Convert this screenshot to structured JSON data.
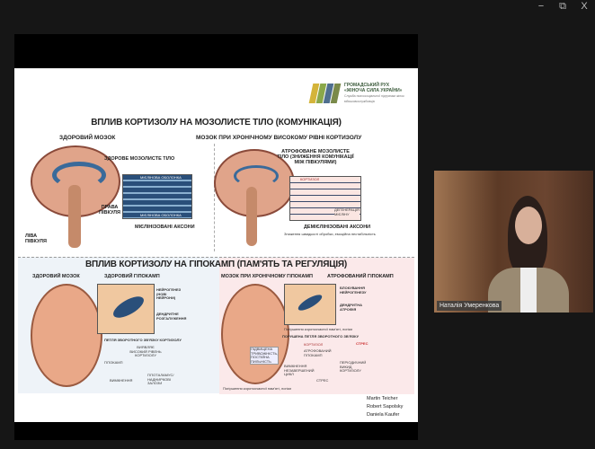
{
  "window": {
    "minimize": "−",
    "restore": "⧉",
    "close": "X"
  },
  "slide": {
    "logo": {
      "line1": "ГРОМАДСЬКИЙ РУХ",
      "line2": "«ЖІНОЧА СИЛА УКРАЇНИ»",
      "sub": "Служба психосоціальної підтримки жінок військовослужбовців",
      "colors": [
        "#d4b43a",
        "#8aa84a",
        "#4f6f8f",
        "#7a8a4a"
      ]
    },
    "section1": {
      "title": "ВПЛИВ КОРТИЗОЛУ НА МОЗОЛИСТЕ ТІЛО (КОМУНІКАЦІЯ)",
      "left_title": "ЗДОРОВИЙ МОЗОК",
      "left_callout": "ЗДОРОВЕ МОЗОЛИСТЕ ТІЛО",
      "myelin_top": "МІЄЛІНОВА ОБОЛОНКА",
      "myelin_bottom": "МІЄЛІНОВА ОБОЛОНКА",
      "right_hemi": "ПРАВА ПІВКУЛЯ",
      "left_hemi": "ЛІВА ПІВКУЛЯ",
      "myelinated": "МІЄЛІНІЗОВАНІ АКСОНИ",
      "right_title": "МОЗОК ПРИ ХРОНІЧНОМУ ВИСОКОМУ РІВНІ КОРТИЗОЛУ",
      "right_callout": "АТРОФОВАНЕ МОЗОЛИСТЕ ТІЛО (ЗНИЖЕННЯ КОМУНІКАЦІЇ МІЖ ПІВКУЛЯМИ)",
      "cortisol": "КОРТИЗОЛ",
      "degeneration": "ДЕГЕНЕРАЦІЯ МІЄЛІНУ",
      "demyelinated": "ДЕМІЄЛІНІЗОВАНІ АКСОНИ",
      "effect": "Зниження швидкості обробки, емоційна нестабільність"
    },
    "section2": {
      "title": "ВПЛИВ КОРТИЗОЛУ НА ГІПОКАМП (ПАМ'ЯТЬ ТА РЕГУЛЯЦІЯ)",
      "left_title": "ЗДОРОВИЙ МОЗОК",
      "healthy_hippo": "ЗДОРОВИЙ ГІПОКАМП",
      "neurogenesis": "НЕЙРОГЕНЕЗ (НОВІ НЕЙРОНИ)",
      "dendritic": "ДЕНДРИТНЕ РОЗГАЛУЖЕННЯ",
      "loop": "ПЕТЛЯ ЗВОРОТНОГО ЗВ'ЯЗКУ КОРТИЗОЛУ",
      "detects": "ВИЯВЛЯЄ ВИСОКИЙ РІВЕНЬ КОРТИЗОЛУ",
      "hippo": "ГІПОКАМП",
      "shutdown": "ВИМКНЕННЯ",
      "hpa": "ГІПОТАЛАМУС/НАДНИРКОВІ ЗАЛОЗИ",
      "right_title": "МОЗОК ПРИ ХРОНІЧНОМУ ГІПОКАМП",
      "atrophied": "АТРОФОВАНИЙ ГІПОКАМП",
      "blocked": "БЛОКУВАННЯ НЕЙРОГЕНЕЗУ",
      "atrophy": "ДЕНДРИТНА АТРОФІЯ",
      "memory": "Погіршення короткочасної пам'яті, логіки",
      "broken_loop": "ПОРУШЕНА ПЕТЛЯ ЗВОРОТНОГО ЗВ'ЯЗКУ",
      "stress": "СТРЕС",
      "anxiety": "ПІДВИЩЕНА ТРИВОЖНІСТЬ, ПОСТІЙНА ПИЛЬНІСТЬ",
      "cortisol": "КОРТИЗОЛ",
      "atrophied_h": "АТРОФОВАНИЙ ГІПОКАМП",
      "unfinished": "ВИМКНЕННЯ НЕЗАВЕРШЕНИЙ ЦИКЛ",
      "stress2": "СТРЕС",
      "periodic": "ПЕРІОДИЧНИЙ ВИКИД КОРТИЗОЛУ",
      "memory2": "Погіршення короткочасної пам'яті, логіки"
    },
    "credits": [
      "Martin Teicher",
      "Robert Sapolsky",
      "Daniela Kaufer"
    ]
  },
  "participant": {
    "name": "Наталія Умеренкова"
  }
}
